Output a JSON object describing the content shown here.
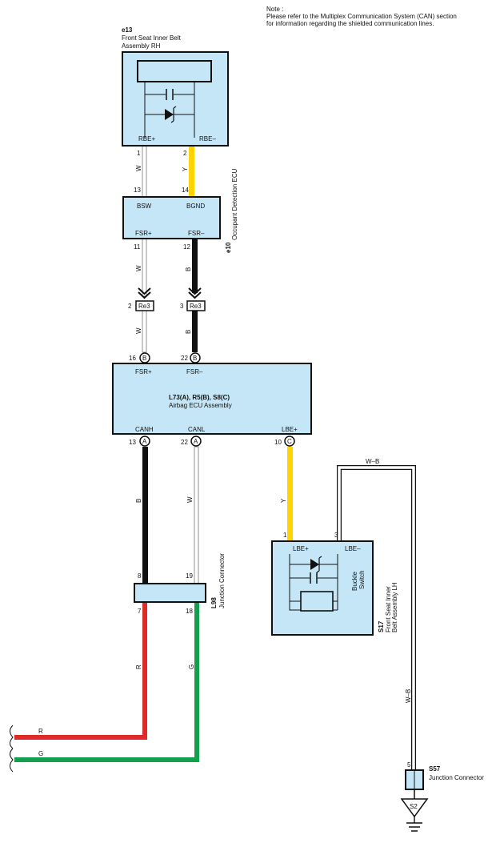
{
  "note": {
    "line1": "Note :",
    "line2": "Please refer to the Multiplex Communication System (CAN) section",
    "line3": "for information regarding the shielded communication lines."
  },
  "e13": {
    "code": "e13",
    "name1": "Front Seat Inner Belt",
    "name2": "Assembly RH",
    "term_left": "RBE+",
    "term_right": "RBE–",
    "pin_left": "1",
    "pin_right": "2"
  },
  "e10": {
    "code": "e10",
    "name": "Occupant Detection ECU",
    "term_tl": "BSW",
    "term_tr": "BGND",
    "term_bl": "FSR+",
    "term_br": "FSR–",
    "pin_tl": "13",
    "pin_tr": "14",
    "pin_bl": "11",
    "pin_br": "12"
  },
  "re3": {
    "code": "Re3",
    "pin_left": "2",
    "pin_right": "3"
  },
  "airbag_ecu": {
    "code": "L73(A), R5(B), S8(C)",
    "name": "Airbag ECU Assembly",
    "term_tl": "FSR+",
    "term_tr": "FSR–",
    "pin_tl": "16",
    "pin_tr": "22",
    "conn_tl": "B",
    "conn_tr": "B",
    "term_canh": "CANH",
    "term_canl": "CANL",
    "term_lbe": "LBE+",
    "pin_canh": "13",
    "pin_canl": "22",
    "pin_lbe": "10",
    "conn_canh": "A",
    "conn_canl": "A",
    "conn_lbe": "C"
  },
  "l98": {
    "code": "L98",
    "name": "Junction Connector",
    "pin_tl": "8",
    "pin_tr": "19",
    "pin_bl": "7",
    "pin_br": "18"
  },
  "s17": {
    "code": "S17",
    "name1": "Front Seat Inner",
    "name2": "Belt Assembly LH",
    "term_left": "LBE+",
    "term_right": "LBE–",
    "pin_left": "1",
    "pin_right": "3",
    "switch1": "Buckle",
    "switch2": "Switch"
  },
  "s57": {
    "code": "S57",
    "name": "Junction Connector",
    "pin": "5"
  },
  "ground": {
    "code": "S2"
  },
  "wires": {
    "w_e13_1": "W",
    "w_e13_2": "Y",
    "w_e10_11": "W",
    "w_e10_12": "B",
    "w_re3_2": "W",
    "w_re3_3": "B",
    "w_canh": "B",
    "w_canl": "W",
    "w_lbe": "Y",
    "w_wb_top": "W–B",
    "w_wb_side": "W–B",
    "w_red": "R",
    "w_green": "G",
    "w_red_out": "R",
    "w_green_out": "G"
  },
  "colors": {
    "box_fill": "#c5e6f7",
    "yellow": "#ffd400",
    "red": "#e02a2a",
    "green": "#12a14a",
    "black": "#111111"
  }
}
